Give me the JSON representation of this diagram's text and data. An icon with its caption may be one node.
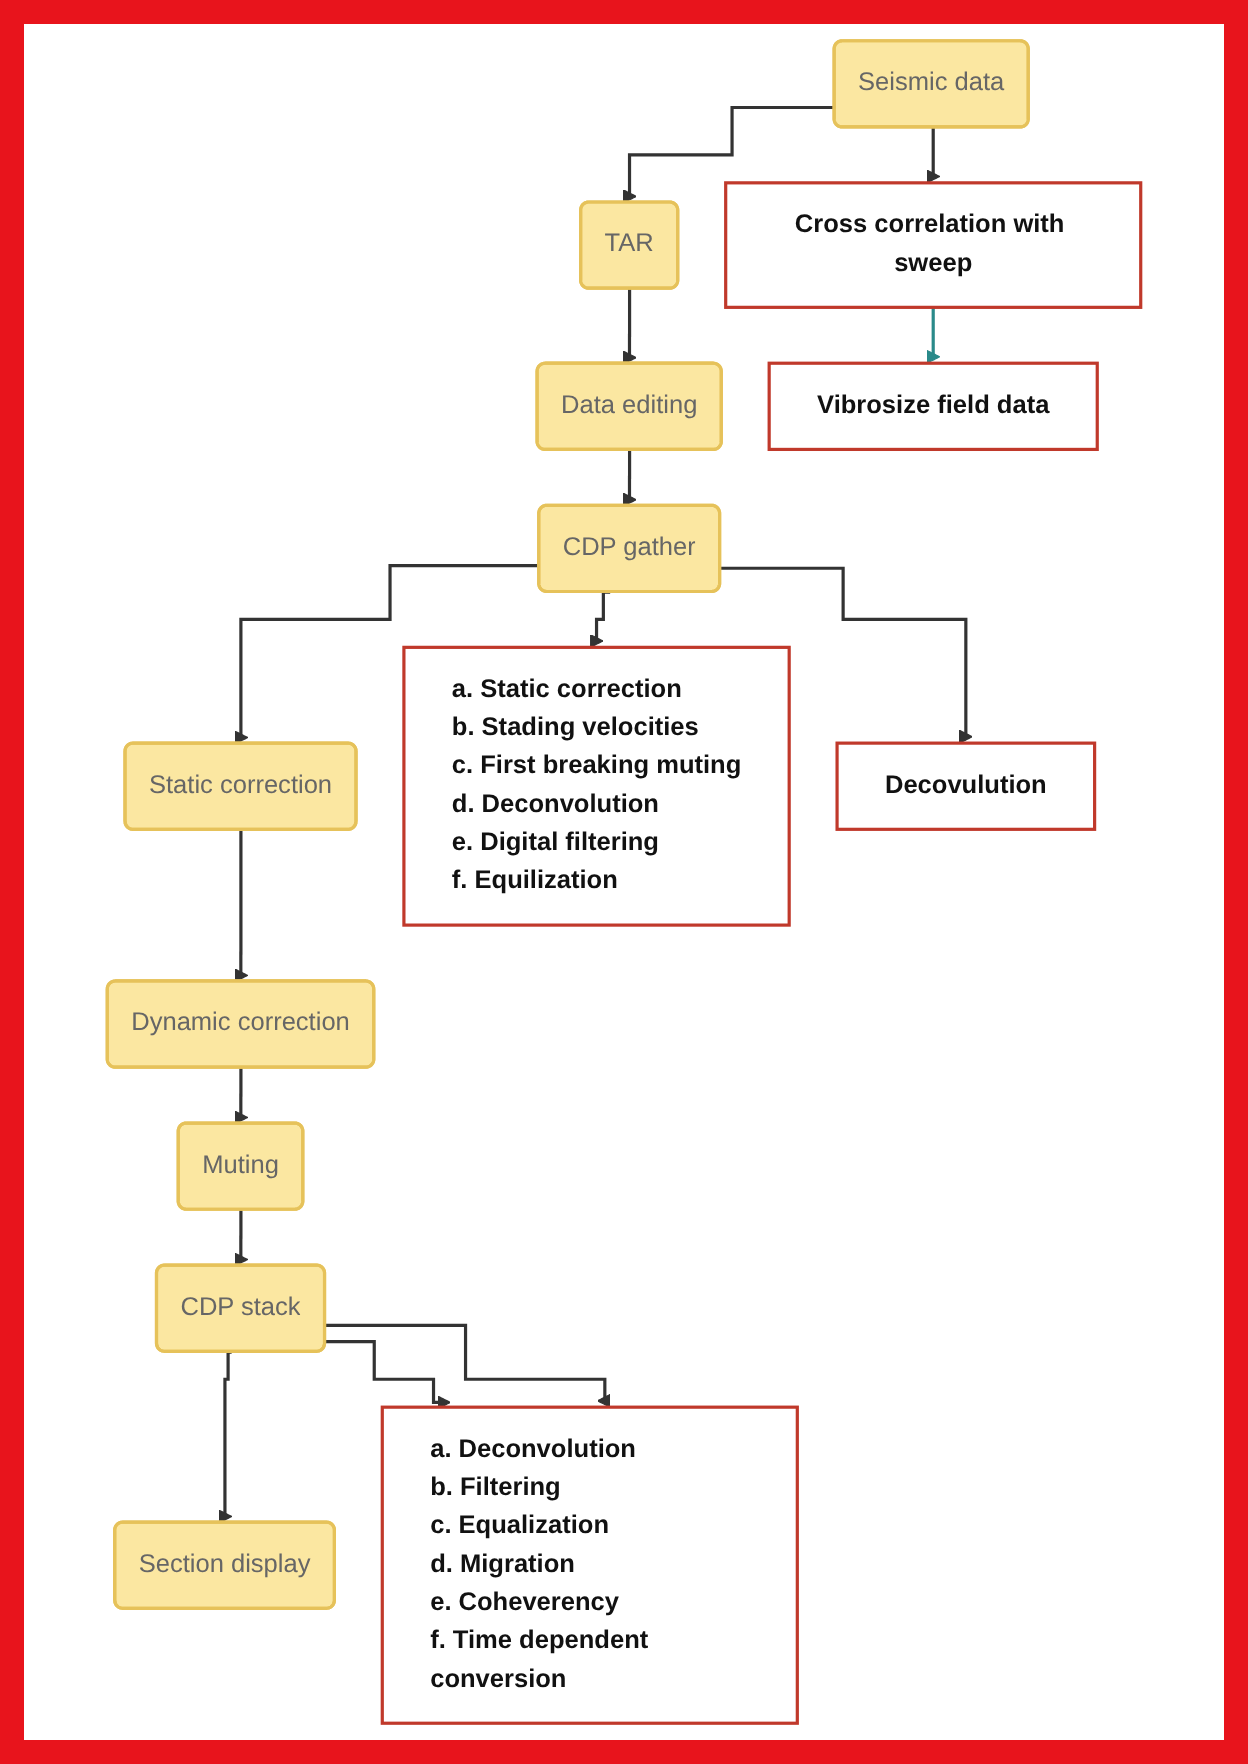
{
  "diagram": {
    "nodes": [
      {
        "text": [
          "Seismic data"
        ]
      },
      {
        "text": [
          "TAR"
        ]
      },
      {
        "text": [
          "Data editing"
        ]
      },
      {
        "text": [
          "CDP gather"
        ]
      },
      {
        "text": [
          "Static correction"
        ]
      },
      {
        "text": [
          "Dynamic correction"
        ]
      },
      {
        "text": [
          "Muting"
        ]
      },
      {
        "text": [
          "CDP stack"
        ]
      },
      {
        "text": [
          "Section display"
        ]
      },
      {
        "text": [
          "Vibrosize field data"
        ]
      },
      {
        "text": [
          "Cross correlation with sweep"
        ]
      },
      {
        "text": [
          "a. Static correction",
          "b. Stading velocities",
          "c. First breaking muting",
          "d. Deconvolution",
          "e. Digital filtering",
          "f. Equilization"
        ]
      },
      {
        "text": [
          "Decovulution"
        ]
      },
      {
        "text": [
          "a. Deconvolution",
          "b. Filtering",
          "c. Equalization",
          "d. Migration",
          "e. Coheverency",
          "f. Time dependent conversion"
        ]
      }
    ],
    "edges": [
      {
        "from": 0,
        "to": 1,
        "arrow": "to"
      },
      {
        "from": 1,
        "to": 2,
        "arrow": "to"
      },
      {
        "from": 2,
        "to": 3,
        "arrow": "to"
      },
      {
        "from": 3,
        "to": 4,
        "arrow": "to"
      },
      {
        "from": 4,
        "to": 5,
        "arrow": "to"
      },
      {
        "from": 5,
        "to": 6,
        "arrow": "to"
      },
      {
        "from": 6,
        "to": 7,
        "arrow": "to"
      },
      {
        "from": 7,
        "to": 8,
        "arrow": "to"
      },
      {
        "from": 0,
        "to": 10,
        "arrow": "to"
      },
      {
        "from": 10,
        "to": 9,
        "arrow": "to",
        "color": "#2a8a8a"
      },
      {
        "from": 3,
        "to": 11,
        "arrow": "to"
      },
      {
        "from": 3,
        "to": 12,
        "arrow": "to"
      },
      {
        "from": 7,
        "to": 13,
        "arrow": "to"
      },
      {
        "from": 7,
        "to": 13,
        "arrow": "to"
      }
    ]
  }
}
